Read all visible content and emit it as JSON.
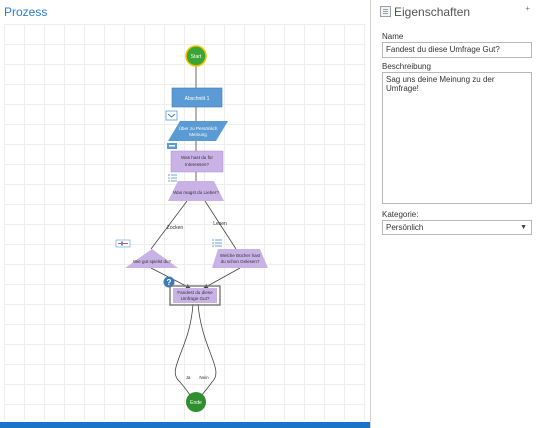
{
  "canvas": {
    "title": "Prozess"
  },
  "flow": {
    "start": "Start",
    "step1": "Abschnitt 1",
    "q1": [
      "Über zu Persönlich",
      "Meinung"
    ],
    "q2": [
      "Was hast du für",
      "Interessen?"
    ],
    "q3": "Was magst du Lieber?",
    "branch_left": "Zocken",
    "branch_right": "Lesen",
    "q4": "Wie gut spielst du?",
    "q5": [
      "Welche Bücher hast",
      "du schon Gelesen?"
    ],
    "q6": [
      "Fandest du diese",
      "Umfrage Gut?"
    ],
    "yes": "Ja",
    "no": "Nein",
    "end": "Ende"
  },
  "properties": {
    "title": "Eigenschaften",
    "name_label": "Name",
    "name_value": "Fandest du diese Umfrage Gut?",
    "desc_label": "Beschreibung",
    "desc_value": "Sag uns deine Meinung zu der Umfrage!",
    "category_label": "Kategorie:",
    "category_value": "Persönlich"
  },
  "colors": {
    "accent": "#2b7cd3",
    "node_blue": "#5b9bd5",
    "node_purple": "#c9b3e6",
    "start_green": "#3aa535"
  }
}
